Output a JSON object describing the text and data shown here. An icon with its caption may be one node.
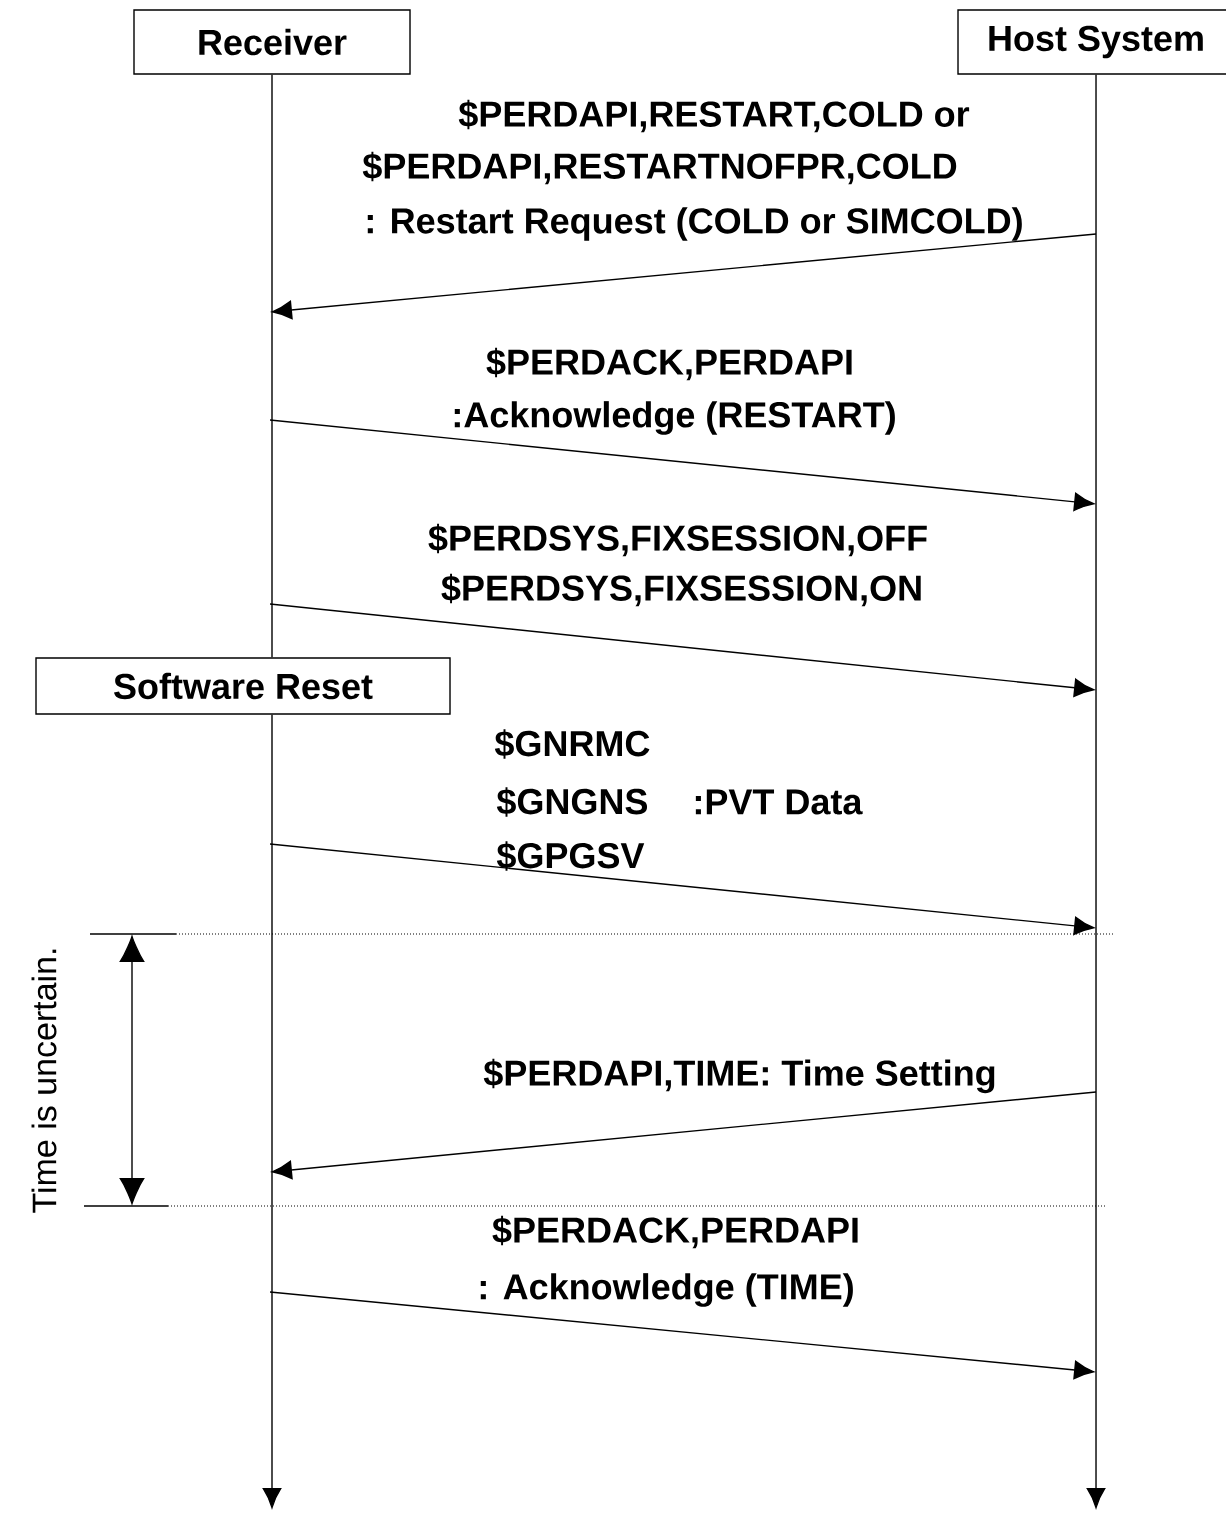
{
  "diagram": {
    "nodes": [
      {
        "text": [
          "Receiver"
        ]
      },
      {
        "text": [
          "Host System"
        ]
      },
      {
        "text": [
          "Software Reset"
        ]
      }
    ],
    "edges": [
      {
        "from": 0,
        "to": 2,
        "arrow": "none"
      },
      {
        "from": 2,
        "to": null,
        "arrow": "to"
      },
      {
        "from": 1,
        "to": null,
        "arrow": "to"
      }
    ],
    "labels": [
      "$PERDAPI,RESTART,COLD or",
      "$PERDAPI,RESTARTNOFPR,COLD",
      ": Restart Request (COLD or SIMCOLD)",
      "$PERDACK,PERDAPI",
      ":Acknowledge (RESTART)",
      "$PERDSYS,FIXSESSION,OFF",
      "$PERDSYS,FIXSESSION,ON",
      "$GNRMC",
      "$GNGNS",
      ":PVT Data",
      "$GPGSV",
      "Time is uncertain.",
      "$PERDAPI,TIME: Time Setting",
      "$PERDACK,PERDAPI",
      ": Acknowledge (TIME)"
    ]
  }
}
